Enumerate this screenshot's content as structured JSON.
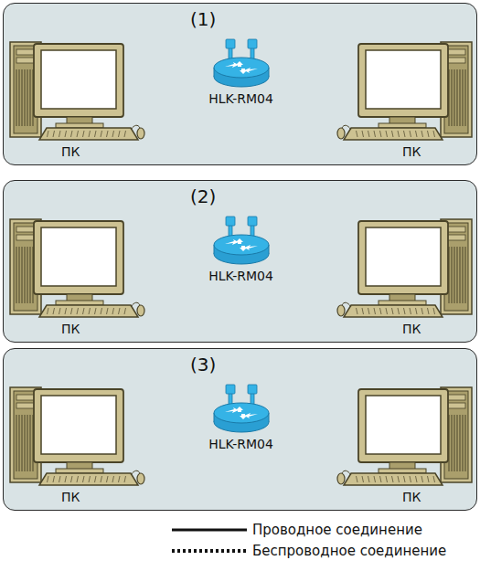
{
  "diagram": {
    "nodes": [
      {
        "text": [
          "(1)"
        ]
      },
      {
        "text": [
          "ПК"
        ],
        "in": 0
      },
      {
        "text": [
          "HLK-RM04"
        ],
        "in": 0
      },
      {
        "text": [
          "ПК"
        ],
        "in": 0
      },
      {
        "text": [
          "(2)"
        ]
      },
      {
        "text": [
          "ПК"
        ],
        "in": 4
      },
      {
        "text": [
          "HLK-RM04"
        ],
        "in": 4
      },
      {
        "text": [
          "ПК"
        ],
        "in": 4
      },
      {
        "text": [
          "(3)"
        ]
      },
      {
        "text": [
          "ПК"
        ],
        "in": 8
      },
      {
        "text": [
          "HLK-RM04"
        ],
        "in": 8
      },
      {
        "text": [
          "ПК"
        ],
        "in": 8
      }
    ],
    "edges": [
      {
        "from": 1,
        "to": 2,
        "arrow": "none"
      },
      {
        "from": 2,
        "to": 3,
        "arrow": "none"
      },
      {
        "from": 5,
        "to": 6,
        "arrow": "none"
      },
      {
        "from": 6,
        "to": 7,
        "arrow": "none"
      },
      {
        "from": 9,
        "to": 10,
        "arrow": "none"
      },
      {
        "from": 10,
        "to": 11,
        "arrow": "none"
      }
    ],
    "legend": [
      {
        "text": "Проводное соединение"
      },
      {
        "text": "Беспроводное соединение"
      }
    ]
  }
}
